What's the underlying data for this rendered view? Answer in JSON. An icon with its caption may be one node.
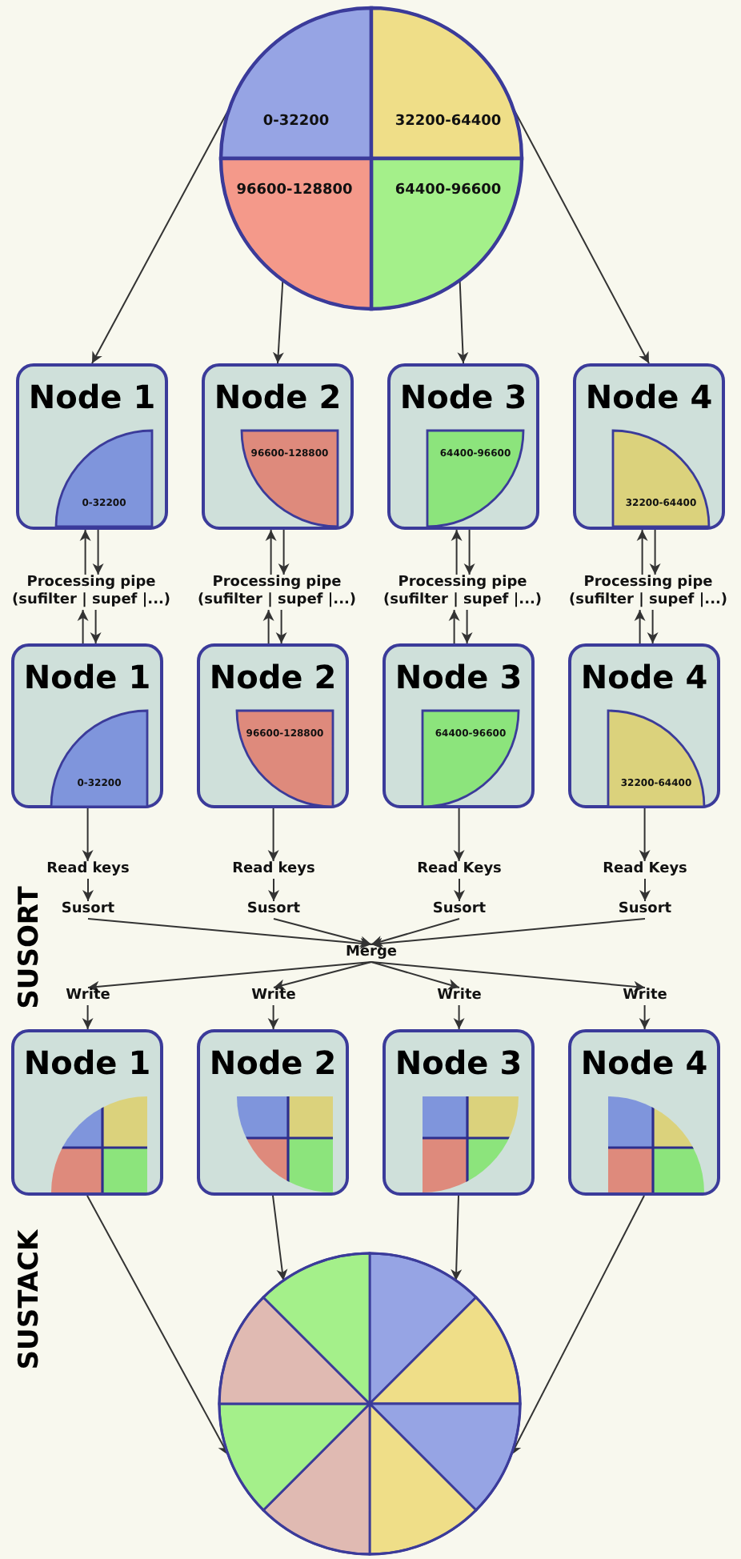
{
  "diagram": {
    "nodes": [
      {
        "text": [
          "0-32200",
          "32200-64400",
          "96600-128800",
          "64400-96600"
        ]
      },
      {
        "text": [
          "Node 1"
        ]
      },
      {
        "text": [
          "0-32200"
        ],
        "in": 1
      },
      {
        "text": [
          "Node 2"
        ]
      },
      {
        "text": [
          "96600-128800"
        ],
        "in": 3
      },
      {
        "text": [
          "Node 3"
        ]
      },
      {
        "text": [
          "64400-96600"
        ],
        "in": 5
      },
      {
        "text": [
          "Node 4"
        ]
      },
      {
        "text": [
          "32200-64400"
        ],
        "in": 7
      },
      {
        "text": [
          "Processing pipe (sufilter | supef |...)"
        ]
      },
      {
        "text": [
          "Processing pipe (sufilter | supef |...)"
        ]
      },
      {
        "text": [
          "Processing pipe (sufilter | supef |...)"
        ]
      },
      {
        "text": [
          "Processing pipe (sufilter | supef |...)"
        ]
      },
      {
        "text": [
          "Node 1"
        ]
      },
      {
        "text": [
          "0-32200"
        ],
        "in": 13
      },
      {
        "text": [
          "Node 2"
        ]
      },
      {
        "text": [
          "96600-128800"
        ],
        "in": 15
      },
      {
        "text": [
          "Node 3"
        ]
      },
      {
        "text": [
          "64400-96600"
        ],
        "in": 17
      },
      {
        "text": [
          "Node 4"
        ]
      },
      {
        "text": [
          "32200-64400"
        ],
        "in": 19
      },
      {
        "text": [
          "Read keys"
        ]
      },
      {
        "text": [
          "Read keys"
        ]
      },
      {
        "text": [
          "Read Keys"
        ]
      },
      {
        "text": [
          "Read Keys"
        ]
      },
      {
        "text": [
          "Susort"
        ]
      },
      {
        "text": [
          "Susort"
        ]
      },
      {
        "text": [
          "Susort"
        ]
      },
      {
        "text": [
          "Susort"
        ]
      },
      {
        "text": [
          "Merge"
        ]
      },
      {
        "text": [
          "Write"
        ]
      },
      {
        "text": [
          "Write"
        ]
      },
      {
        "text": [
          "Write"
        ]
      },
      {
        "text": [
          "Write"
        ]
      },
      {
        "text": [
          "Node 1"
        ]
      },
      {
        "text": [
          "Node 2"
        ]
      },
      {
        "text": [
          "Node 3"
        ]
      },
      {
        "text": [
          "Node 4"
        ]
      },
      {
        "text": [],
        "shape": "circle"
      }
    ],
    "edges": [
      {
        "from": 0,
        "to": 1,
        "arrow": "to"
      },
      {
        "from": 0,
        "to": 3,
        "arrow": "to"
      },
      {
        "from": 0,
        "to": 5,
        "arrow": "to"
      },
      {
        "from": 0,
        "to": 7,
        "arrow": "to"
      },
      {
        "from": 9,
        "to": 1,
        "arrow": "to"
      },
      {
        "from": 1,
        "to": 9,
        "arrow": "to"
      },
      {
        "from": 10,
        "to": 3,
        "arrow": "to"
      },
      {
        "from": 3,
        "to": 10,
        "arrow": "to"
      },
      {
        "from": 11,
        "to": 5,
        "arrow": "to"
      },
      {
        "from": 5,
        "to": 11,
        "arrow": "to"
      },
      {
        "from": 12,
        "to": 7,
        "arrow": "to"
      },
      {
        "from": 7,
        "to": 12,
        "arrow": "to"
      },
      {
        "from": 13,
        "to": 9,
        "arrow": "to"
      },
      {
        "from": 9,
        "to": 13,
        "arrow": "to"
      },
      {
        "from": 15,
        "to": 10,
        "arrow": "to"
      },
      {
        "from": 10,
        "to": 15,
        "arrow": "to"
      },
      {
        "from": 17,
        "to": 11,
        "arrow": "to"
      },
      {
        "from": 11,
        "to": 17,
        "arrow": "to"
      },
      {
        "from": 19,
        "to": 12,
        "arrow": "to"
      },
      {
        "from": 12,
        "to": 19,
        "arrow": "to"
      },
      {
        "from": 13,
        "to": 21,
        "arrow": "to"
      },
      {
        "from": 15,
        "to": 22,
        "arrow": "to"
      },
      {
        "from": 17,
        "to": 23,
        "arrow": "to"
      },
      {
        "from": 19,
        "to": 24,
        "arrow": "to"
      },
      {
        "from": 21,
        "to": 25,
        "arrow": "to"
      },
      {
        "from": 22,
        "to": 26,
        "arrow": "to"
      },
      {
        "from": 23,
        "to": 27,
        "arrow": "to"
      },
      {
        "from": 24,
        "to": 28,
        "arrow": "to"
      },
      {
        "from": 25,
        "to": 29,
        "arrow": "to"
      },
      {
        "from": 26,
        "to": 29,
        "arrow": "to"
      },
      {
        "from": 27,
        "to": 29,
        "arrow": "to"
      },
      {
        "from": 28,
        "to": 29,
        "arrow": "to"
      },
      {
        "from": 29,
        "to": 30,
        "arrow": "to"
      },
      {
        "from": 29,
        "to": 31,
        "arrow": "to"
      },
      {
        "from": 29,
        "to": 32,
        "arrow": "to"
      },
      {
        "from": 29,
        "to": 33,
        "arrow": "to"
      },
      {
        "from": 30,
        "to": 34,
        "arrow": "to"
      },
      {
        "from": 31,
        "to": 35,
        "arrow": "to"
      },
      {
        "from": 32,
        "to": 36,
        "arrow": "to"
      },
      {
        "from": 33,
        "to": 37,
        "arrow": "to"
      },
      {
        "from": 34,
        "to": 38,
        "arrow": "to"
      },
      {
        "from": 35,
        "to": 38,
        "arrow": "to"
      },
      {
        "from": 36,
        "to": 38,
        "arrow": "to"
      },
      {
        "from": 37,
        "to": 38,
        "arrow": "to"
      }
    ],
    "labels": [
      "SUSORT",
      "SUSTACK"
    ]
  }
}
